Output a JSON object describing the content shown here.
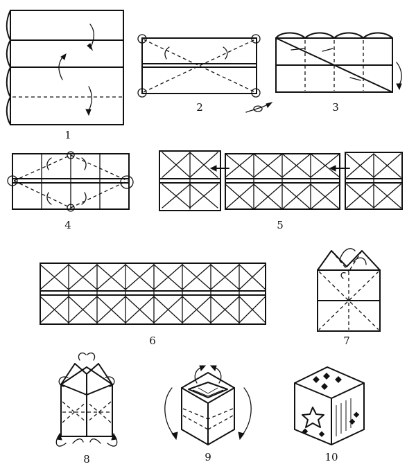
{
  "diagram": {
    "steps": [
      {
        "label": "1"
      },
      {
        "label": "2"
      },
      {
        "label": "3"
      },
      {
        "label": "4"
      },
      {
        "label": "5"
      },
      {
        "label": "6"
      },
      {
        "label": "7"
      },
      {
        "label": "8"
      },
      {
        "label": "9"
      },
      {
        "label": "10"
      }
    ]
  }
}
